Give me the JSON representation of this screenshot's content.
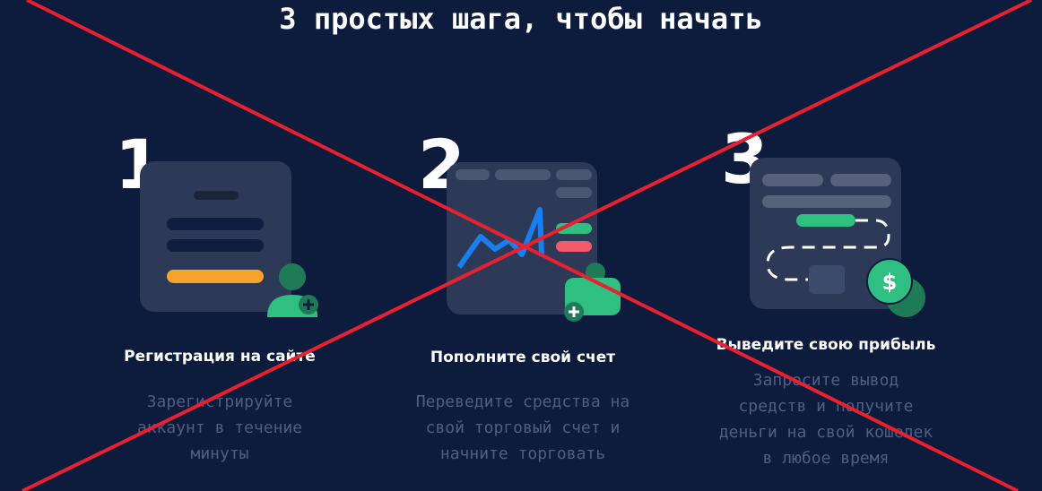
{
  "header": {
    "title": "3 простых шага, чтобы начать"
  },
  "steps": [
    {
      "number": "1",
      "title": "Регистрация на сайте",
      "description": [
        "Зарегистрируйте",
        "аккаунт в течение",
        "минуты"
      ]
    },
    {
      "number": "2",
      "title": "Пополните свой счет",
      "description": [
        "Переведите средства на",
        "свой торговый счет и",
        "начните торговать"
      ]
    },
    {
      "number": "3",
      "title": "Выведите свою прибыль",
      "description": [
        "Запросите вывод",
        "средств и получите",
        "деньги на свой кошелек",
        "в любое время"
      ]
    }
  ],
  "colors": {
    "background": "#0d1c3d",
    "card": "#2c3a57",
    "accent_green": "#2fbf80",
    "accent_orange": "#f6a42c",
    "cross": "#e8202f"
  }
}
